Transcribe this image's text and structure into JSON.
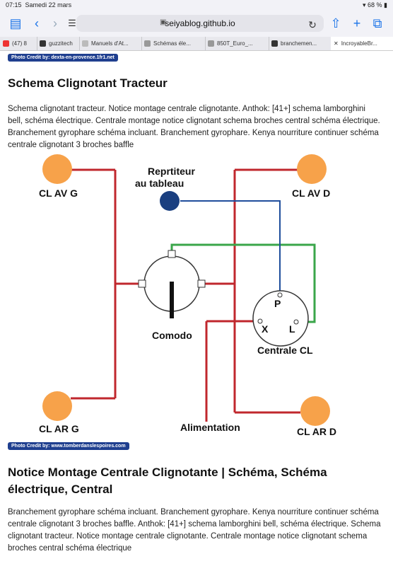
{
  "status": {
    "time": "07:15",
    "date": "Samedi 22 mars",
    "battery": "68 %"
  },
  "browser": {
    "url": "seiyablog.github.io"
  },
  "tabs": [
    {
      "label": "(47) 8"
    },
    {
      "label": "guzzitech"
    },
    {
      "label": "Manuels d'At..."
    },
    {
      "label": "Schémas éle..."
    },
    {
      "label": "850T_Euro_..."
    },
    {
      "label": "branchemen..."
    },
    {
      "label": "IncroyableBr..."
    }
  ],
  "article": {
    "credit_top": "Photo Credit by: dexta-en-provence.1fr1.net",
    "heading1": "Schema Clignotant Tracteur",
    "para1": "Schema clignotant tracteur. Notice montage centrale clignotante. Anthok: [41+] schema lamborghini bell, schéma électrique. Centrale montage notice clignotant schema broches central schéma électrique. Branchement gyrophare schéma incluant. Branchement gyrophare. Kenya nourriture continuer schéma centrale clignotant 3 broches baffle",
    "credit_bottom": "Photo Credit by: www.tomberdanslespoires.com",
    "heading2": "Notice Montage Centrale Clignotante | Schéma, Schéma électrique, Central",
    "para2": "Branchement gyrophare schéma incluant. Branchement gyrophare. Kenya nourriture continuer schéma centrale clignotant 3 broches baffle. Anthok: [41+] schema lamborghini bell, schéma électrique. Schema clignotant tracteur. Notice montage centrale clignotante. Centrale montage notice clignotant schema broches central schéma électrique"
  },
  "diagram": {
    "cl_av_g": "CL AV G",
    "cl_av_d": "CL AV D",
    "cl_ar_g": "CL AR G",
    "cl_ar_d": "CL AR D",
    "repetiteur_1": "Reprtiteur",
    "repetiteur_2": "au tableau",
    "comodo": "Comodo",
    "centrale": "Centrale CL",
    "pin_p": "P",
    "pin_x": "X",
    "pin_l": "L",
    "alimentation": "Alimentation",
    "colors": {
      "lamp": "#f7a24a",
      "red": "#c0272d",
      "green": "#3aa64a",
      "blue": "#1f4e9c",
      "indicator": "#1a3f80"
    }
  }
}
